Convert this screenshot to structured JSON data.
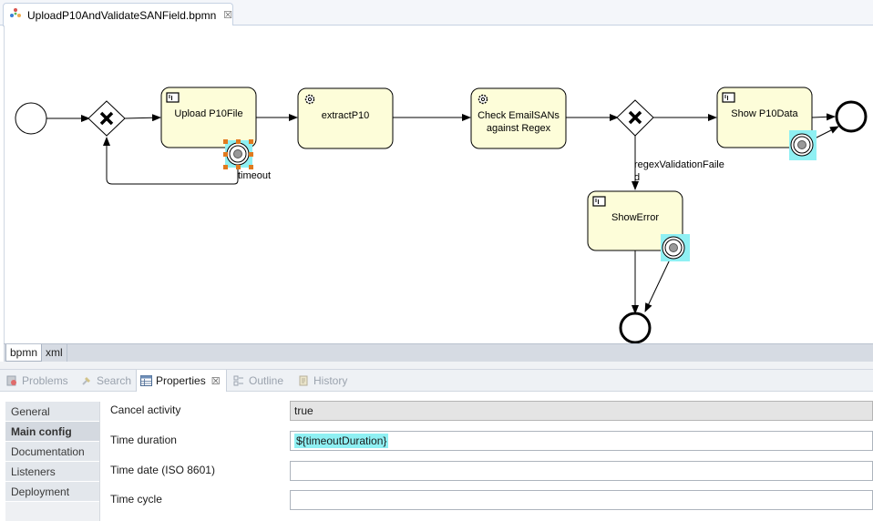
{
  "editor": {
    "tab_title": "UploadP10AndValidateSANField.bpmn",
    "tab_close": "☒"
  },
  "diagram": {
    "tasks": {
      "upload": "Upload P10File",
      "extract": "extractP10",
      "check_line1": "Check EmailSANs",
      "check_line2": "against Regex",
      "show_data": "Show P10Data",
      "show_error": "ShowError"
    },
    "flow_labels": {
      "timeout": "timeout",
      "regex_line1": "regexValidationFaile",
      "regex_line2": "d"
    }
  },
  "page_tabs": [
    "bpmn",
    "xml"
  ],
  "views": {
    "problems": "Problems",
    "search": "Search",
    "properties": "Properties",
    "outline": "Outline",
    "history": "History",
    "close": "☒"
  },
  "properties_nav": [
    "General",
    "Main config",
    "Documentation",
    "Listeners",
    "Deployment"
  ],
  "properties": {
    "cancel_activity": {
      "label": "Cancel activity",
      "value": "true"
    },
    "time_duration": {
      "label": "Time duration",
      "value": "${timeoutDuration}"
    },
    "time_date": {
      "label": "Time date (ISO 8601)",
      "value": ""
    },
    "time_cycle": {
      "label": "Time cycle",
      "value": ""
    }
  },
  "colors": {
    "task_fill": "#fdfdd9",
    "boundary_highlight": "#8ff0f3",
    "selection_handle": "#e07a1f"
  }
}
